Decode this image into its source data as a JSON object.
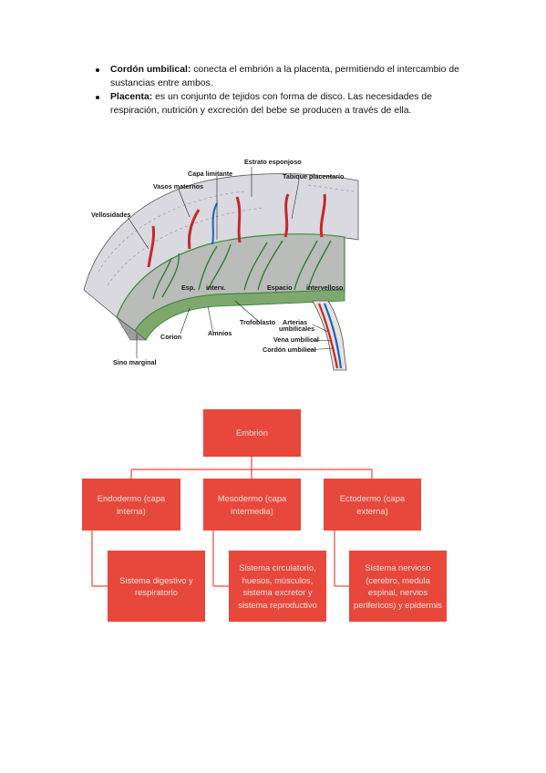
{
  "bullets": [
    {
      "term": "Cordón umbilical:",
      "text": " conecta el embrión a la placenta, permitiendo el intercambio de sustancias entre ambos."
    },
    {
      "term": "Placenta:",
      "text": " es un conjunto de tejidos con forma de disco. Las necesidades de respiración, nutrición y excreción del bebe se producen a través de ella."
    }
  ],
  "figure": {
    "labels": {
      "estrato_esponjoso": "Estrato esponjoso",
      "capa_limitante": "Capa limitante",
      "tabique_placentario": "Tabique placentario",
      "vasos_maternos": "Vasos maternos",
      "vellosidades": "Vellosidades",
      "esp": "Esp.",
      "interv": "interv.",
      "espacio": "Espacio",
      "intervelloso": "intervelloso",
      "trofoblasto": "Trofoblasto",
      "corion": "Corion",
      "amnios": "Amnios",
      "arterias": "Arterias",
      "umbilicales": "umbilicales",
      "vena_umbilical": "Vena umbilical",
      "cordon_umbilical": "Cordón umbilical",
      "sino_marginal": "Sino marginal"
    }
  },
  "orgchart": {
    "root": "Embrión",
    "branches": [
      {
        "label": "Endodermo (capa interna)",
        "child": "Sistema digestivo y respiratorio"
      },
      {
        "label": "Mesodermo (capa intermedia)",
        "child": "Sistema circulatorio, huesos, músculos, sistema excretor y sistema reproductivo"
      },
      {
        "label": "Ectodermo (capa externa)",
        "child": "Sistema nervioso (cerebro, medula espinal, nervios perifericos) y epidermis"
      }
    ],
    "colors": {
      "box": "#e8473b",
      "text": "#fbe3df",
      "line": "#e8473b"
    }
  }
}
